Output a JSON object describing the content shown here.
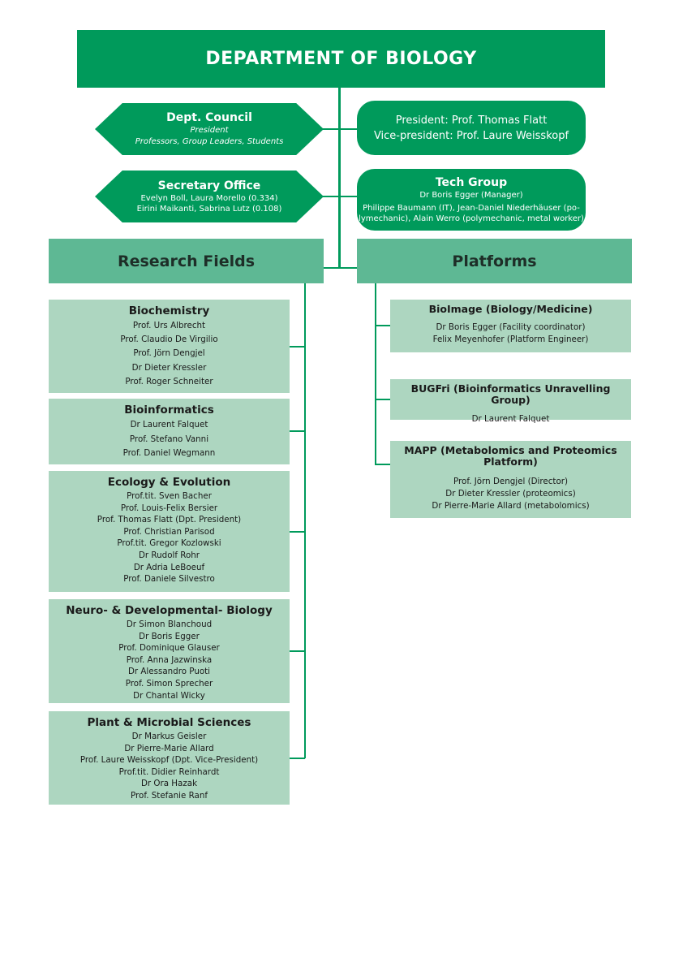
{
  "header": {
    "title": "DEPARTMENT OF BIOLOGY"
  },
  "council": {
    "title": "Dept. Council",
    "line1": "President",
    "line2": "Professors, Group Leaders, Students"
  },
  "presidency": {
    "president": "President: Prof. Thomas Flatt",
    "vice": "Vice-president: Prof. Laure Weisskopf"
  },
  "secretary": {
    "title": "Secretary Office",
    "line1": "Evelyn Boll, Laura Morello (0.334)",
    "line2": "Eirini Maikanti, Sabrina Lutz (0.108)"
  },
  "tech": {
    "title": "Tech Group",
    "line1": "Dr Boris Egger (Manager)",
    "line2": "Philippe Baumann (IT), Jean-Daniel Niederhäuser (po-",
    "line3": "lymechanic), Alain Werro (polymechanic, metal worker)"
  },
  "research": {
    "title": "Research Fields",
    "fields": [
      {
        "name": "Biochemistry",
        "members": [
          "Prof. Urs Albrecht",
          "Prof. Claudio De Virgilio",
          "Prof. Jörn Dengjel",
          "Dr Dieter Kressler",
          "Prof. Roger Schneiter"
        ]
      },
      {
        "name": "Bioinformatics",
        "members": [
          "Dr Laurent Falquet",
          "Prof. Stefano Vanni",
          "Prof. Daniel Wegmann"
        ]
      },
      {
        "name": "Ecology & Evolution",
        "members": [
          "Prof.tit. Sven Bacher",
          "Prof. Louis-Felix Bersier",
          "Prof. Thomas Flatt (Dpt. President)",
          "Prof. Christian Parisod",
          "Prof.tit. Gregor Kozlowski",
          "Dr Rudolf Rohr",
          "Dr Adria LeBoeuf",
          "Prof. Daniele Silvestro"
        ]
      },
      {
        "name": "Neuro- & Developmental- Biology",
        "members": [
          "Dr Simon Blanchoud",
          "Dr Boris Egger",
          "Prof. Dominique Glauser",
          "Prof. Anna Jazwinska",
          "Dr Alessandro Puoti",
          "Prof. Simon Sprecher",
          "Dr Chantal Wicky"
        ]
      },
      {
        "name": "Plant & Microbial Sciences",
        "members": [
          "Dr Markus Geisler",
          "Dr Pierre-Marie Allard",
          "Prof. Laure Weisskopf (Dpt. Vice-President)",
          "Prof.tit. Didier Reinhardt",
          "Dr Ora Hazak",
          "Prof. Stefanie Ranf"
        ]
      }
    ]
  },
  "platforms": {
    "title": "Platforms",
    "items": [
      {
        "name": "BioImage (Biology/Medicine)",
        "members": [
          "Dr Boris Egger (Facility coordinator)",
          "Felix Meyenhofer (Platform Engineer)"
        ]
      },
      {
        "name": "BUGFri (Bioinformatics Unravelling Group)",
        "members": [
          "Dr Laurent Falquet"
        ]
      },
      {
        "name": "MAPP (Metabolomics and Proteomics",
        "name2": "Platform)",
        "members": [
          "Prof. Jörn Dengjel (Director)",
          "Dr Dieter Kressler (proteomics)",
          "Dr Pierre-Marie Allard (metabolomics)"
        ]
      }
    ]
  }
}
